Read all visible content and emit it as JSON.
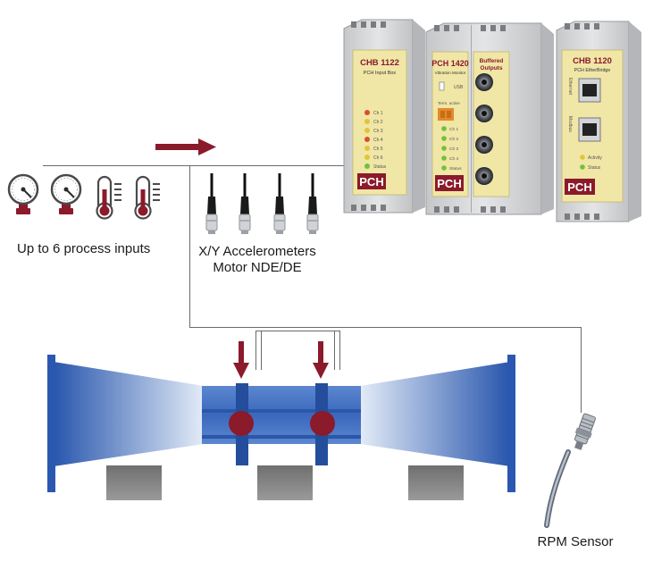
{
  "labels": {
    "process_inputs": "Up to 6 process inputs",
    "accel_line1": "X/Y Accelerometers",
    "accel_line2": "Motor NDE/DE",
    "rpm_sensor": "RPM Sensor"
  },
  "modules": [
    {
      "model": "CHB 1122",
      "subtitle": "PCH Input Box",
      "leds": [
        "Ch 1",
        "Ch 2",
        "Ch 3",
        "Ch 4",
        "Ch 5",
        "Ch 6",
        "Status"
      ],
      "logo": "PCH"
    },
    {
      "model": "PCH 1420",
      "subtitle": "Vibration Monitor",
      "usb": "USB",
      "term": "Term. active",
      "leds": [
        "Ch 1",
        "Ch 2",
        "Ch 3",
        "Ch 4",
        "Status"
      ],
      "logo": "PCH"
    },
    {
      "title_line1": "Buffered",
      "title_line2": "Outputs"
    },
    {
      "model": "CHB 1120",
      "subtitle": "PCH EtherBridge",
      "port_label_1": "Ethernet",
      "port_label_2": "Modbus",
      "leds": [
        "Activity",
        "Status"
      ],
      "logo": "PCH"
    }
  ],
  "colors": {
    "accent_red": "#8b1a2b",
    "machine_blue": "#2f62b8",
    "module_yellow": "#f0e6a6",
    "module_grey": "#d9dadc",
    "led_red": "#d8502a",
    "led_green": "#6fc23a",
    "led_yellow": "#e2c43a"
  },
  "icons": [
    "pressure-gauge-icon",
    "pressure-gauge-icon",
    "thermometer-icon",
    "thermometer-icon",
    "accelerometer-icon",
    "rpm-sensor-icon",
    "arrow-right-icon",
    "arrow-down-icon"
  ]
}
